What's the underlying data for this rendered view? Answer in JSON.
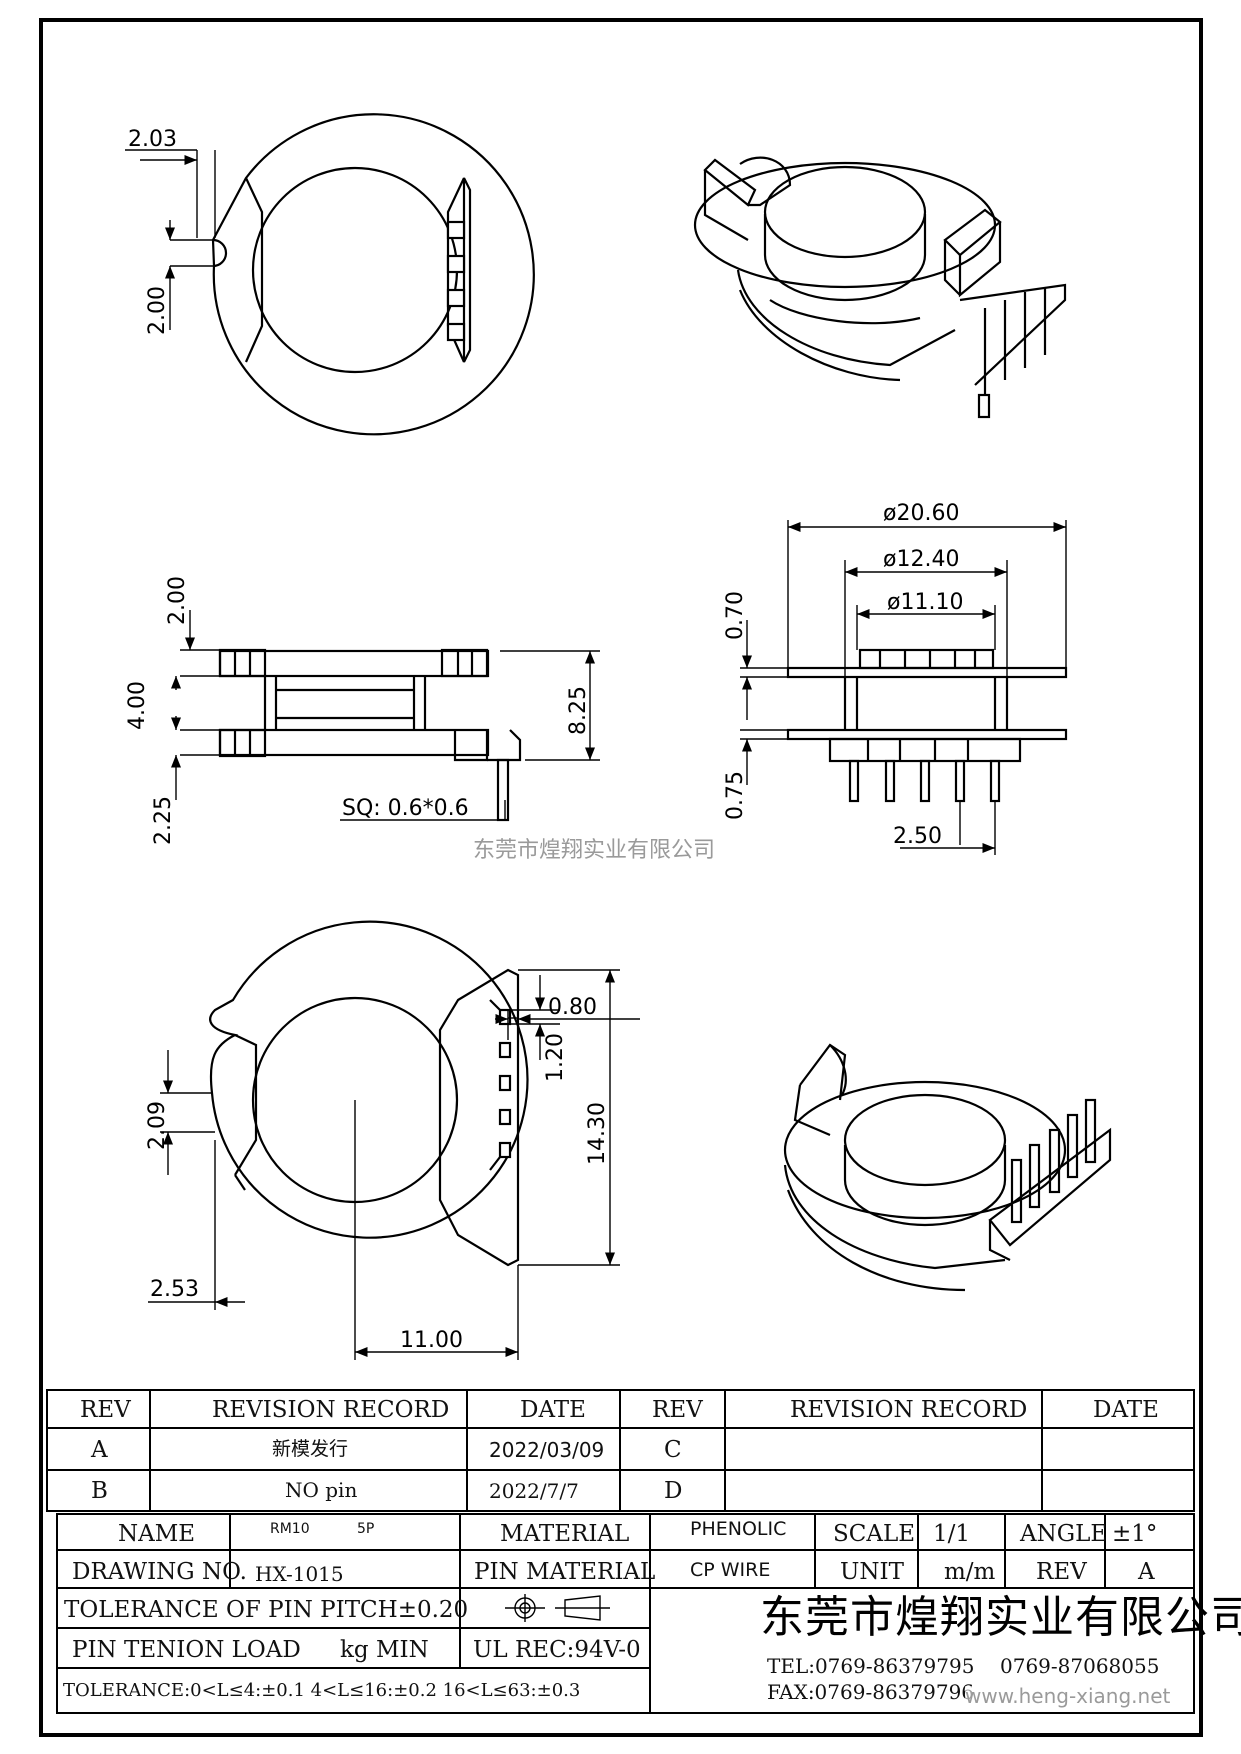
{
  "dimensions": {
    "d_2_03": "2.03",
    "d_2_00_top": "2.00",
    "d_phi_20_60": "ø20.60",
    "d_phi_12_40": "ø12.40",
    "d_phi_11_10": "ø11.10",
    "d_0_70": "0.70",
    "d_0_75": "0.75",
    "d_2_50": "2.50",
    "d_2_00_side": "2.00",
    "d_4_00": "4.00",
    "d_8_25": "8.25",
    "d_2_25": "2.25",
    "d_sq": "SQ: 0.6*0.6",
    "d_0_80": "0.80",
    "d_1_20": "1.20",
    "d_14_30": "14.30",
    "d_2_09": "2.09",
    "d_2_53": "2.53",
    "d_11_00": "11.00"
  },
  "watermark_center": "东莞市煌翔实业有限公司",
  "watermark_url": "www.heng-xiang.net",
  "revision_table": {
    "headers": [
      "REV",
      "REVISION RECORD",
      "DATE",
      "REV",
      "REVISION RECORD",
      "DATE"
    ],
    "rows": [
      {
        "rev": "A",
        "record": "新模发行",
        "date": "2022/03/09",
        "rev2": "C",
        "record2": "",
        "date2": ""
      },
      {
        "rev": "B",
        "record": "NO pin",
        "date": "2022/7/7",
        "rev2": "D",
        "record2": "",
        "date2": ""
      }
    ]
  },
  "title_block": {
    "name_label": "NAME",
    "name_value": "RM10",
    "name_pins": "5P",
    "material_label": "MATERIAL",
    "material_value": "PHENOLIC",
    "scale_label": "SCALE",
    "scale_value": "1/1",
    "angle_label": "ANGLE",
    "angle_value": "±1°",
    "drawing_no_label": "DRAWING NO.",
    "drawing_no_value": "HX-1015",
    "pin_material_label": "PIN MATERIAL",
    "pin_material_value": "CP WIRE",
    "unit_label": "UNIT",
    "unit_value": "m/m",
    "rev_label": "REV",
    "rev_value": "A",
    "tolerance_pitch": "TOLERANCE OF PIN PITCH±0.20",
    "pin_tenion_label": "PIN TENION LOAD",
    "pin_tenion_unit": "kg MIN",
    "ul_rec": "UL REC:94V-0",
    "tolerance_text": "TOLERANCE:0<L≤4:±0.1   4<L≤16:±0.2   16<L≤63:±0.3",
    "company": "东莞市煌翔实业有限公司",
    "tel_1": "TEL:0769-86379795",
    "tel_2": "0769-87068055",
    "fax": "FAX:0769-86379796"
  }
}
